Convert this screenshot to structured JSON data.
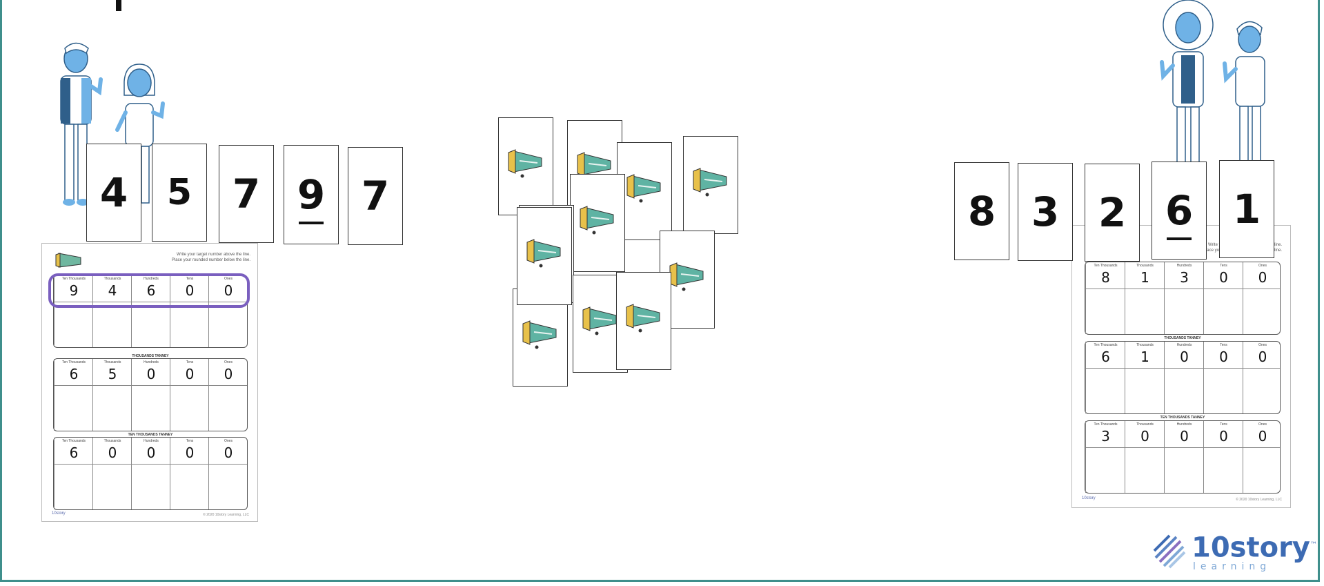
{
  "left_player": {
    "cards": [
      {
        "digit": "4",
        "underlined": false
      },
      {
        "digit": "5",
        "underlined": false
      },
      {
        "digit": "7",
        "underlined": false
      },
      {
        "digit": "9",
        "underlined": true
      },
      {
        "digit": "7",
        "underlined": false
      }
    ],
    "sheet": {
      "instructions": [
        "Write your target number above the line.",
        "Place your rounded number below the line."
      ],
      "column_labels": [
        "Ten Thousands",
        "Thousands",
        "Hundreds",
        "Tens",
        "Ones"
      ],
      "grids": [
        {
          "title": "",
          "values": [
            "9",
            "4",
            "6",
            "0",
            "0"
          ]
        },
        {
          "title": "THOUSANDS TANNEY",
          "values": [
            "6",
            "5",
            "0",
            "0",
            "0"
          ]
        },
        {
          "title": "TEN THOUSANDS TANNEY",
          "values": [
            "6",
            "0",
            "0",
            "0",
            "0"
          ]
        }
      ],
      "footer_brand": "10story",
      "footer_copy": "© 2020 10story Learning, LLC"
    }
  },
  "right_player": {
    "cards": [
      {
        "digit": "8",
        "underlined": false
      },
      {
        "digit": "3",
        "underlined": false
      },
      {
        "digit": "2",
        "underlined": false
      },
      {
        "digit": "6",
        "underlined": true
      },
      {
        "digit": "1",
        "underlined": false
      }
    ],
    "sheet": {
      "instructions": [
        "Write your target number above the line.",
        "Place your rounded number below the line."
      ],
      "column_labels": [
        "Ten Thousands",
        "Thousands",
        "Hundreds",
        "Tens",
        "Ones"
      ],
      "grids": [
        {
          "title": "",
          "values": [
            "8",
            "1",
            "3",
            "0",
            "0"
          ]
        },
        {
          "title": "THOUSANDS TANNEY",
          "values": [
            "6",
            "1",
            "0",
            "0",
            "0"
          ]
        },
        {
          "title": "TEN THOUSANDS TANNEY",
          "values": [
            "3",
            "0",
            "0",
            "0",
            "0"
          ]
        }
      ],
      "footer_brand": "10story",
      "footer_copy": "© 2020 10story Learning, LLC"
    }
  },
  "deck": {
    "card_icon": "megaphone-icon",
    "count": 11
  },
  "logo": {
    "brand": "10story",
    "sub": "learning",
    "trademark": "™"
  },
  "colors": {
    "frame": "#3f8f8c",
    "person": "#6fb2e6",
    "highlight": "#7a5fbf",
    "logo": "#3d6bb3"
  }
}
